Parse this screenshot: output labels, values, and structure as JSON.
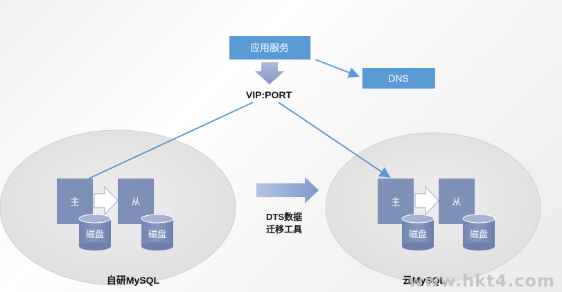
{
  "app_service": {
    "label": "应用服务"
  },
  "dns": {
    "label": "DNS"
  },
  "vip_port": {
    "label": "VIP:PORT"
  },
  "left_cluster": {
    "title": "自研MySQL",
    "master_label": "主",
    "slave_label": "从",
    "disk_label": "磁盘"
  },
  "right_cluster": {
    "title": "云MySQL",
    "master_label": "主",
    "slave_label": "从",
    "disk_label": "磁盘"
  },
  "migration": {
    "line1": "DTS数据",
    "line2": "迁移工具"
  },
  "watermark": {
    "text": "www.hkt4.com"
  },
  "colors": {
    "box_blue": "#5b9bd5",
    "server_blue": "#7f90b8",
    "ellipse_gray": "#e6e6e6",
    "line_blue": "#5b9bd5",
    "arrow_gradient": "#9ab0dc"
  }
}
